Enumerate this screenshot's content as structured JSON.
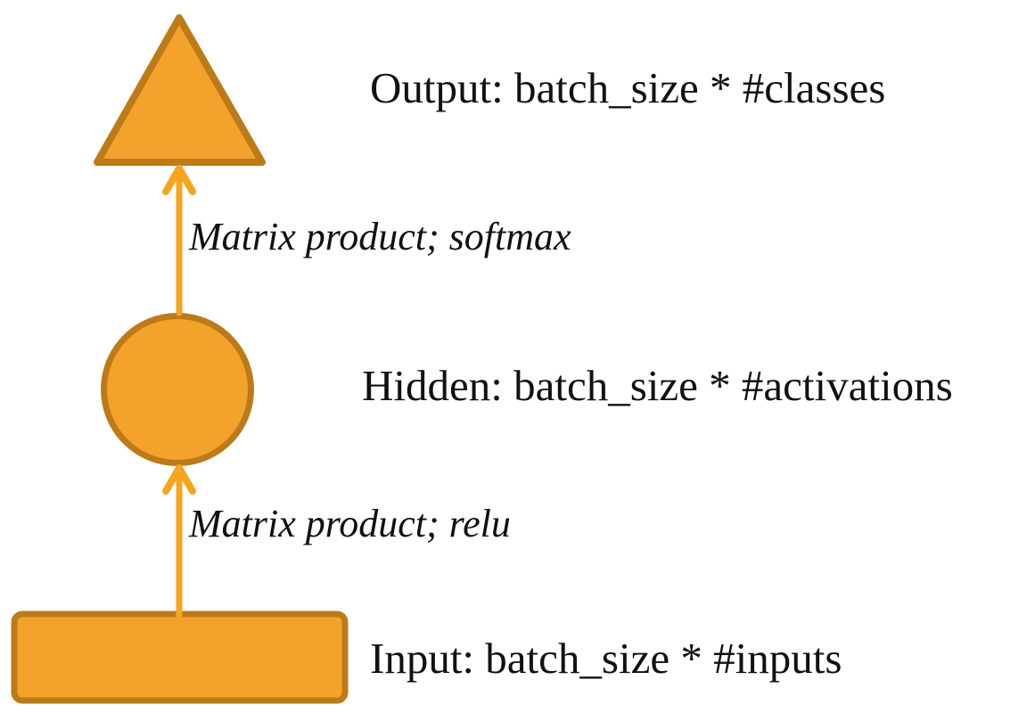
{
  "diagram": {
    "nodes": [
      {
        "id": "output",
        "shape": "triangle",
        "label": "Output: batch_size * #classes"
      },
      {
        "id": "hidden",
        "shape": "circle",
        "label": "Hidden: batch_size * #activations"
      },
      {
        "id": "input",
        "shape": "rectangle",
        "label": "Input: batch_size * #inputs"
      }
    ],
    "edges": [
      {
        "from": "hidden",
        "to": "output",
        "label": "Matrix product; softmax"
      },
      {
        "from": "input",
        "to": "hidden",
        "label": "Matrix product; relu"
      }
    ],
    "colors": {
      "shape_fill": "#F3A32C",
      "shape_stroke": "#BC7B18",
      "arrow": "#F6A51F",
      "text": "#111111",
      "background": "#FFFFFF"
    }
  }
}
